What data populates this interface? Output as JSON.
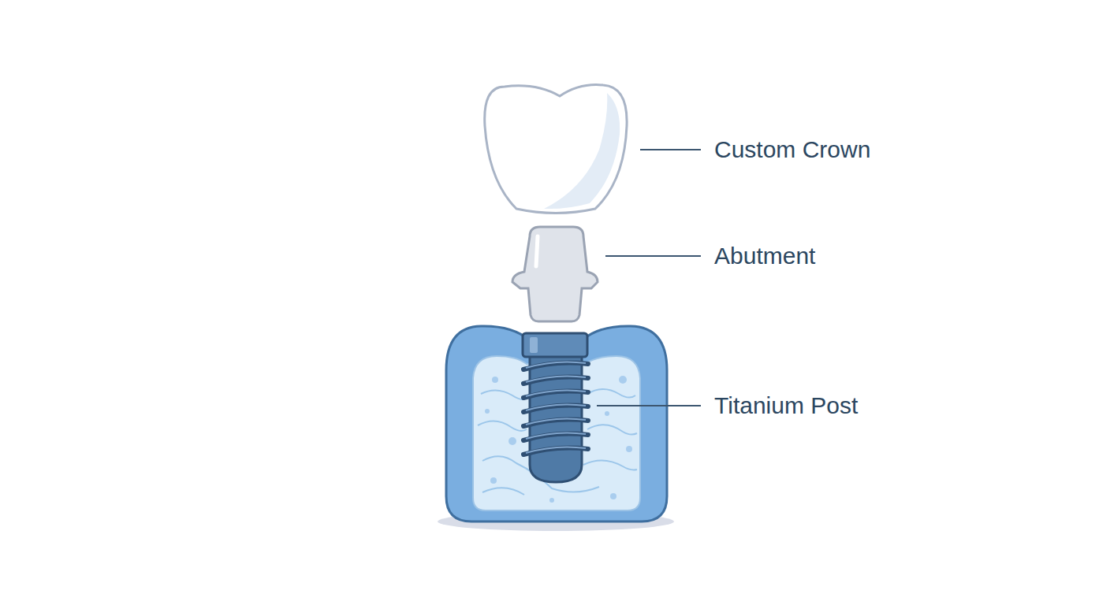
{
  "diagram": {
    "labels": [
      "Custom Crown",
      "Abutment",
      "Titanium Post"
    ]
  }
}
